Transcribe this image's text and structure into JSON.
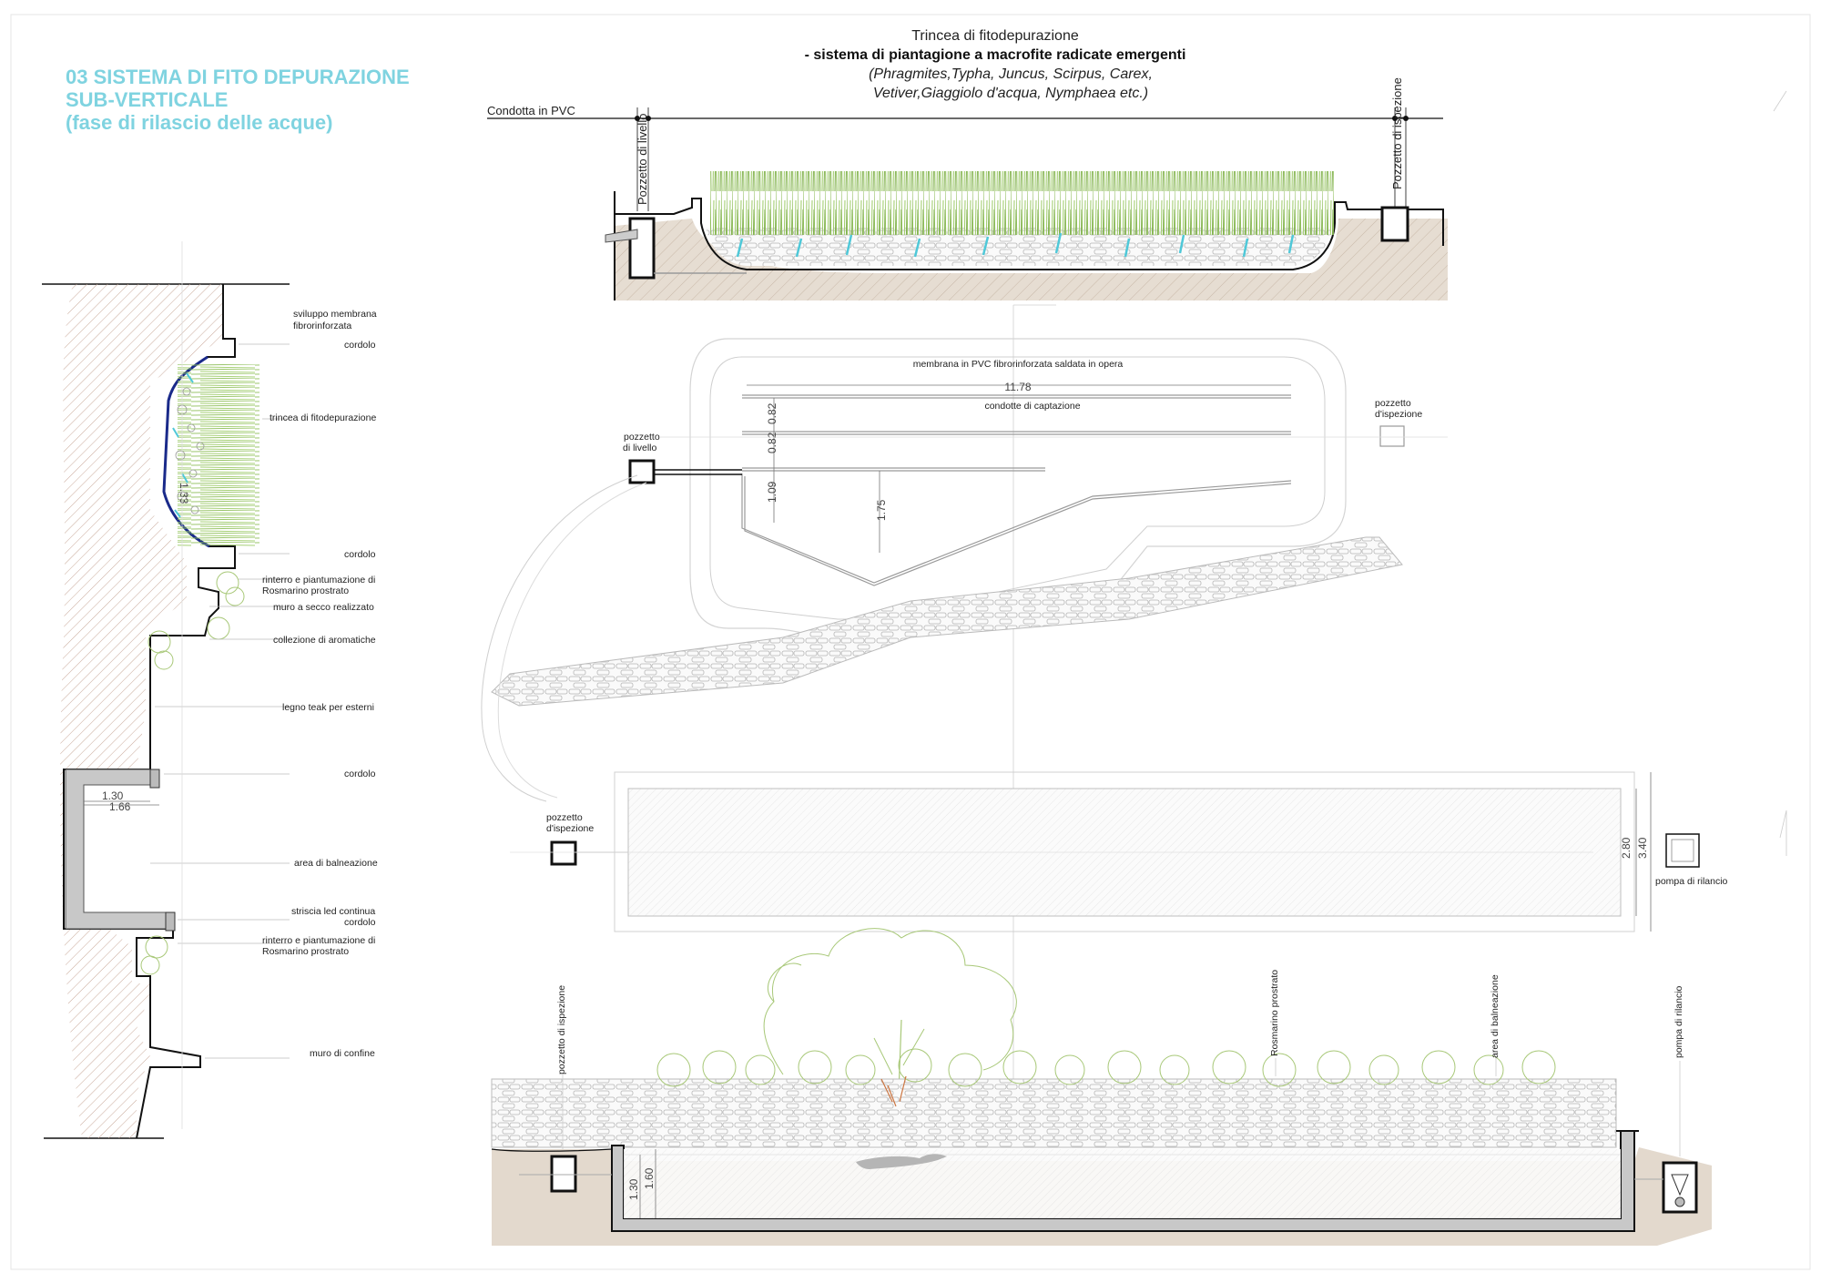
{
  "title": {
    "line1": "03 SISTEMA DI FITO DEPURAZIONE",
    "line2": "SUB-VERTICALE",
    "line3": "(fase di rilascio delle acque)"
  },
  "section_header": {
    "line1": "Trincea di fitodepurazione",
    "line2": "- sistema di piantagione a macrofite radicate emergenti",
    "line3": "(Phragmites,Typha, Juncus, Scirpus, Carex,",
    "line4": "Vetiver,Giaggiolo d'acqua, Nymphaea etc.)"
  },
  "top_section": {
    "condotta": "Condotta in PVC",
    "pozzetto_livello": "Pozzetto di livello",
    "pozzetto_ispezione": "Pozzetto di ispezione"
  },
  "left_labels": [
    "sviluppo membrana",
    "fibrorinforzata",
    "cordolo",
    "trincea di fitodepurazione",
    "cordolo",
    "rinterro e piantumazione di",
    "Rosmarino prostrato",
    "muro a secco realizzato",
    "collezione di aromatiche",
    "legno teak per esterni",
    "cordolo",
    "area di balneazione",
    "striscia led continua",
    "cordolo",
    "rinterro e piantumazione di",
    "Rosmarino prostrato",
    "muro di confine"
  ],
  "left_dims": {
    "d1": "1.30",
    "d2": "1.66",
    "d3": "1.33"
  },
  "plan": {
    "membrana": "membrana in PVC fibrorinforzata saldata in opera",
    "width": "11.78",
    "condotte": "condotte di captazione",
    "pozzetto_livello_1": "pozzetto",
    "pozzetto_livello_2": "di livello",
    "pozzetto_ispezione_1": "pozzetto",
    "pozzetto_ispezione_2": "d'ispezione",
    "dim_a": "0.82",
    "dim_b": "0.82",
    "dim_c": "1.09",
    "dim_d": "1.75"
  },
  "pool_plan": {
    "pozzetto_1": "pozzetto",
    "pozzetto_2": "d'ispezione",
    "dim_inner": "2.80",
    "dim_outer": "3.40",
    "pompa": "pompa di rilancio"
  },
  "bottom_section": {
    "pozzetto": "pozzetto di ispezione",
    "rosmarino": "Rosmarino prostrato",
    "balneazione": "area di balneazione",
    "pompa": "pompa di rilancio",
    "dim_a": "1.30",
    "dim_b": "1.60"
  },
  "colors": {
    "title": "#7fd3e0",
    "grass": "#8fbe5a",
    "water": "#4fc8d8",
    "soil": "#d9cdbf",
    "wall": "#c8c8c8",
    "shrub": "#a8c878"
  }
}
